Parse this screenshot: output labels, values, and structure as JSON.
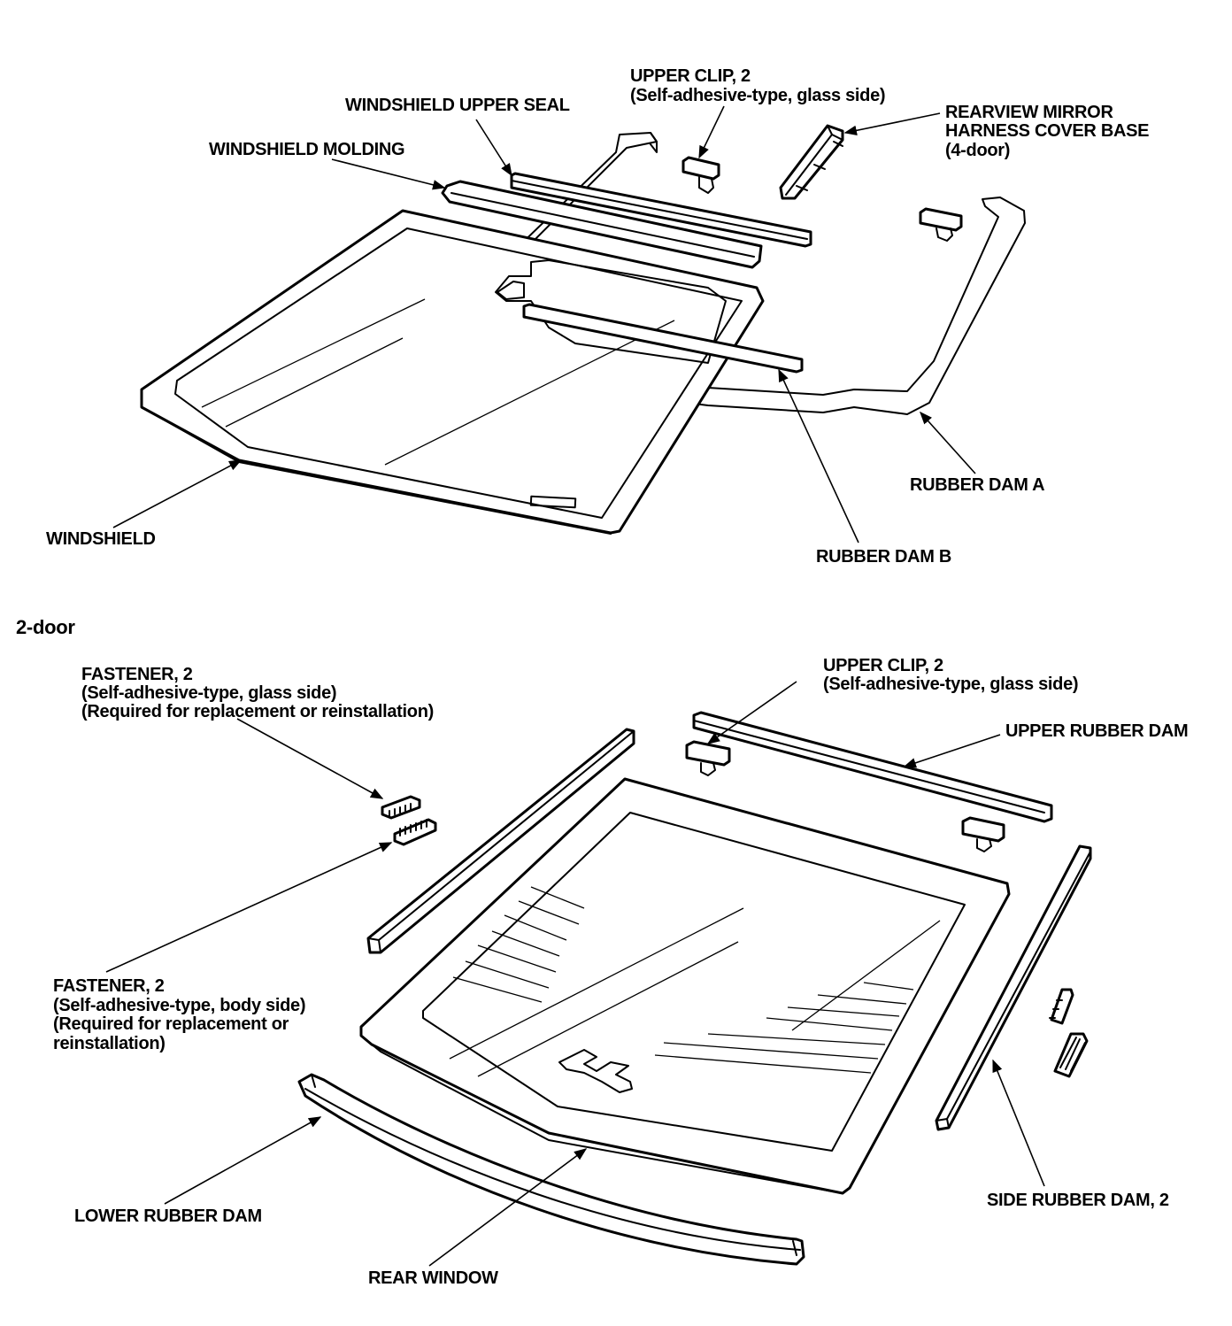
{
  "labels": {
    "windshield_upper_seal": "WINDSHIELD UPPER SEAL",
    "windshield_molding": "WINDSHIELD MOLDING",
    "upper_clip_4door_line1": "UPPER CLIP, 2",
    "upper_clip_4door_line2": "(Self-adhesive-type, glass side)",
    "rearview_mirror_line1": "REARVIEW MIRROR",
    "rearview_mirror_line2": "HARNESS COVER BASE",
    "rearview_mirror_line3": "(4-door)",
    "windshield": "WINDSHIELD",
    "rubber_dam_a": "RUBBER DAM A",
    "rubber_dam_b": "RUBBER DAM B",
    "section_2door": "2-door",
    "fastener_glass_line1": "FASTENER, 2",
    "fastener_glass_line2": "(Self-adhesive-type, glass side)",
    "fastener_glass_line3": "(Required for replacement or reinstallation)",
    "upper_clip_2door_line1": "UPPER CLIP, 2",
    "upper_clip_2door_line2": "(Self-adhesive-type, glass side)",
    "upper_rubber_dam": "UPPER RUBBER DAM",
    "fastener_body_line1": "FASTENER, 2",
    "fastener_body_line2": "(Self-adhesive-type, body side)",
    "fastener_body_line3": "(Required for replacement or",
    "fastener_body_line4": "reinstallation)",
    "side_rubber_dam": "SIDE RUBBER DAM, 2",
    "lower_rubber_dam": "LOWER RUBBER DAM",
    "rear_window": "REAR WINDOW"
  }
}
